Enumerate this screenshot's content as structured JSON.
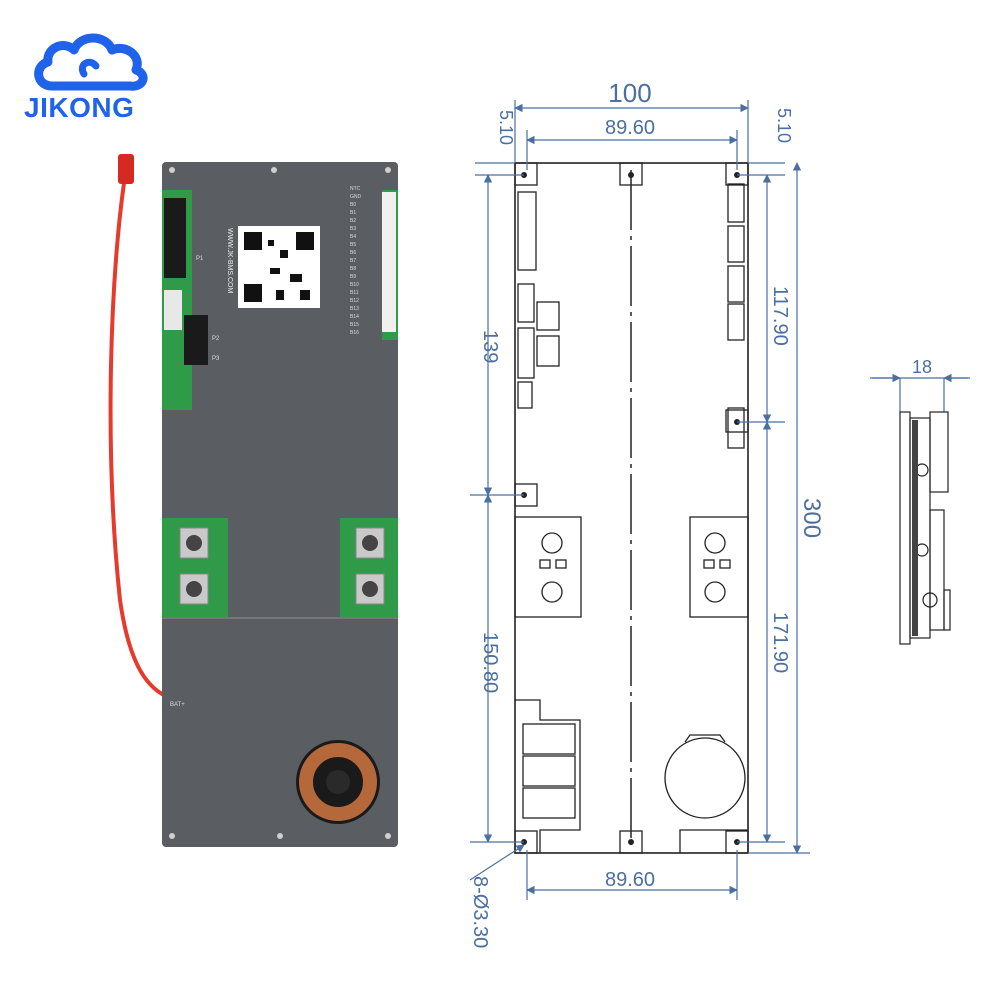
{
  "brand": {
    "name": "JIKONG",
    "color": "#1e63e9"
  },
  "photo": {
    "website_text": "WWW.JK-BMS.COM",
    "connector_labels": [
      "P1",
      "P2",
      "P3"
    ],
    "pin_labels": [
      "NTC",
      "GND",
      "B0",
      "B1",
      "B2",
      "B3",
      "B4",
      "B5",
      "B6",
      "B7",
      "B8",
      "B9",
      "B10",
      "B11",
      "B12",
      "B13",
      "B14",
      "B15",
      "B16"
    ],
    "battery_label": "BAT+"
  },
  "dimensions": {
    "width": "100",
    "hole_spacing_top": "89.60",
    "hole_spacing_bottom": "89.60",
    "edge_left": "5.10",
    "edge_right": "5.10",
    "left_upper": "139",
    "left_lower": "150.80",
    "right_upper": "117.90",
    "right_lower": "171.90",
    "total_height": "300",
    "side_thickness": "18",
    "holes": "8-Ø3.30"
  },
  "colors": {
    "dimension_line": "#4a6fa0",
    "board": "#5a5d62",
    "pcb_green": "#2f9a48",
    "wire": "#e53a2c"
  }
}
